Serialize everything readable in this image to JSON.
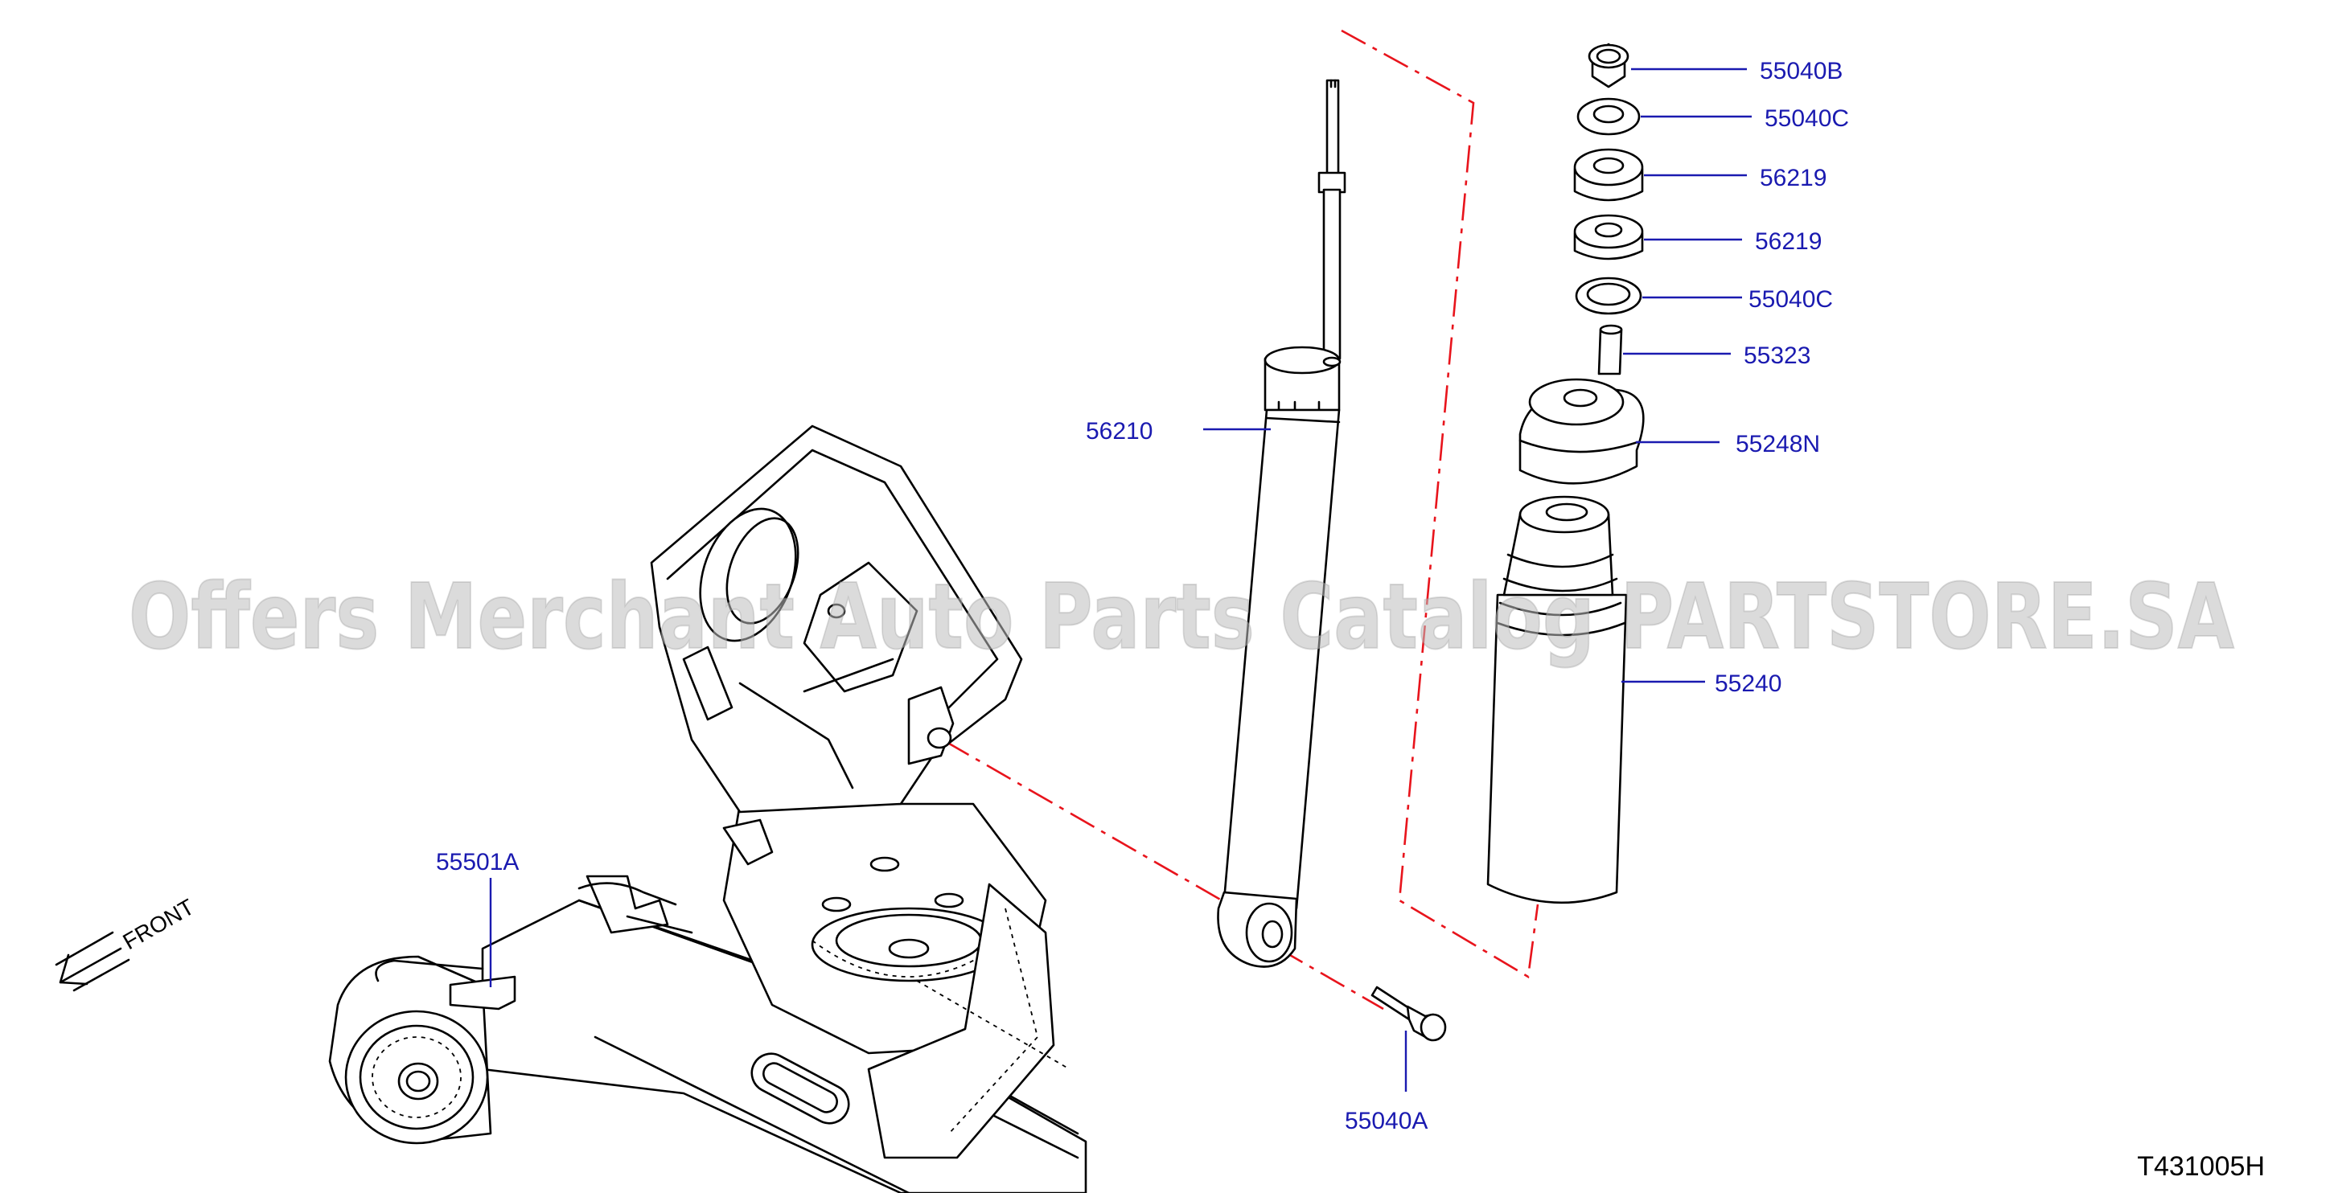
{
  "watermark": "Offers Merchant Auto Parts Catalog PARTSTORE.SA",
  "drawing_id": "T431005H",
  "front_indicator": "FRONT",
  "colors": {
    "label": "#1a1ab0",
    "leader": "#1a1ab0",
    "chain_line": "#e8141c",
    "ink": "#000000",
    "watermark": "#bdbdbd"
  },
  "parts": [
    {
      "id": "p1",
      "number": "55040B"
    },
    {
      "id": "p2",
      "number": "55040C"
    },
    {
      "id": "p3",
      "number": "56219"
    },
    {
      "id": "p4",
      "number": "56219"
    },
    {
      "id": "p5",
      "number": "55040C"
    },
    {
      "id": "p6",
      "number": "55323"
    },
    {
      "id": "p7",
      "number": "55248N"
    },
    {
      "id": "p8",
      "number": "55240"
    },
    {
      "id": "p9",
      "number": "56210"
    },
    {
      "id": "p10",
      "number": "55501A"
    },
    {
      "id": "p11",
      "number": "55040A"
    }
  ]
}
